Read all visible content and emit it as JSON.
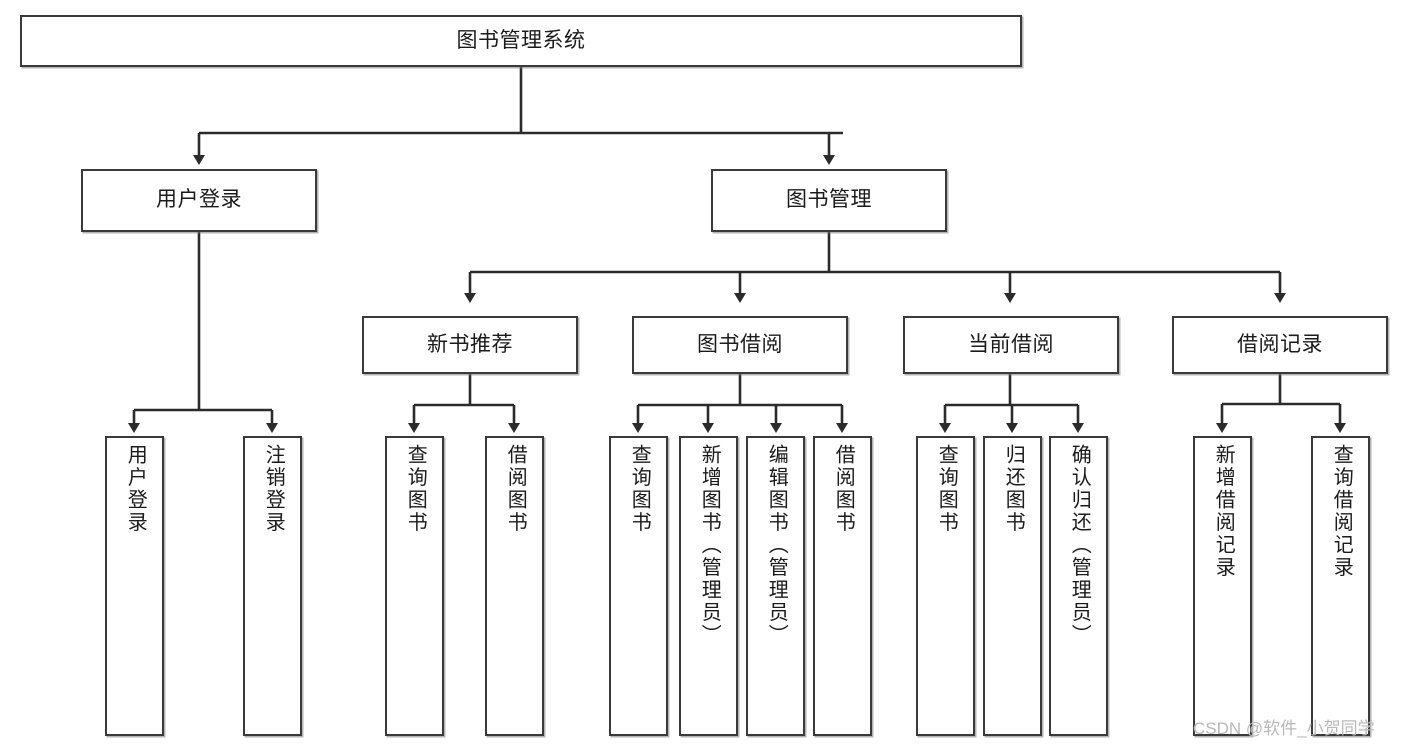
{
  "diagram": {
    "type": "tree-hierarchy-chart",
    "title": "图书管理系统",
    "orientation": "top-down",
    "colors": {
      "box_border": "#3a3a3a",
      "box_fill": "#ffffff",
      "connector": "#2b2b2b",
      "text": "#1b1b1b",
      "watermark": "#b9b9b9"
    },
    "root": {
      "label": "图书管理系统"
    },
    "level1": [
      {
        "label": "用户登录"
      },
      {
        "label": "图书管理"
      }
    ],
    "level2": [
      {
        "label": "新书推荐"
      },
      {
        "label": "图书借阅"
      },
      {
        "label": "当前借阅"
      },
      {
        "label": "借阅记录"
      }
    ],
    "leaves": {
      "user_login": [
        {
          "label": "用户登录"
        },
        {
          "label": "注销登录"
        }
      ],
      "new_book_recommend": [
        {
          "label": "查询图书"
        },
        {
          "label": "借阅图书"
        }
      ],
      "book_borrow": [
        {
          "label": "查询图书"
        },
        {
          "label": "新增图书（管理员）"
        },
        {
          "label": "编辑图书（管理员）"
        },
        {
          "label": "借阅图书"
        }
      ],
      "current_borrow": [
        {
          "label": "查询图书"
        },
        {
          "label": "归还图书"
        },
        {
          "label": "确认归还（管理员）"
        }
      ],
      "borrow_record": [
        {
          "label": "新增借阅记录"
        },
        {
          "label": "查询借阅记录"
        }
      ]
    }
  },
  "watermark": {
    "text": "CSDN @软件_小贺同学"
  }
}
